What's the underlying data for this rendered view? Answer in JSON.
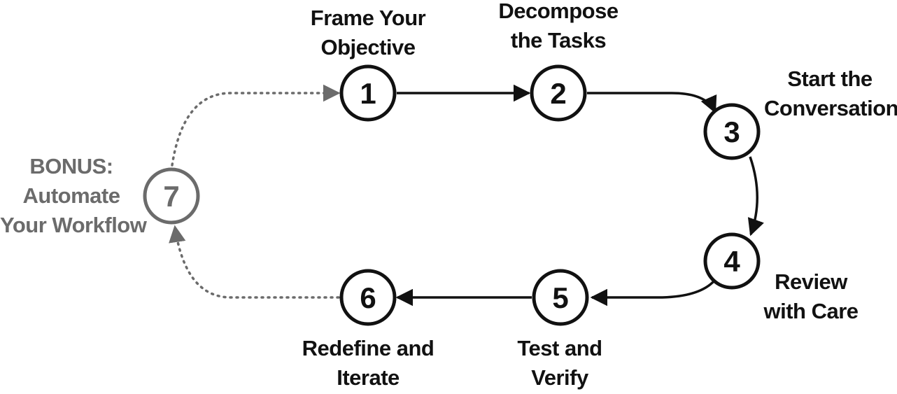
{
  "steps": [
    {
      "number": "1",
      "lines": [
        "Frame Your",
        "Objective"
      ]
    },
    {
      "number": "2",
      "lines": [
        "Decompose",
        "the Tasks"
      ]
    },
    {
      "number": "3",
      "lines": [
        "Start the",
        "Conversation"
      ]
    },
    {
      "number": "4",
      "lines": [
        "Review",
        "with Care"
      ]
    },
    {
      "number": "5",
      "lines": [
        "Test and",
        "Verify"
      ]
    },
    {
      "number": "6",
      "lines": [
        "Redefine and",
        "Iterate"
      ]
    },
    {
      "number": "7",
      "lines": [
        "BONUS:",
        "Automate",
        "Your Workflow"
      ]
    }
  ],
  "colors": {
    "main": "#111111",
    "bonus": "#6b6b6b"
  }
}
